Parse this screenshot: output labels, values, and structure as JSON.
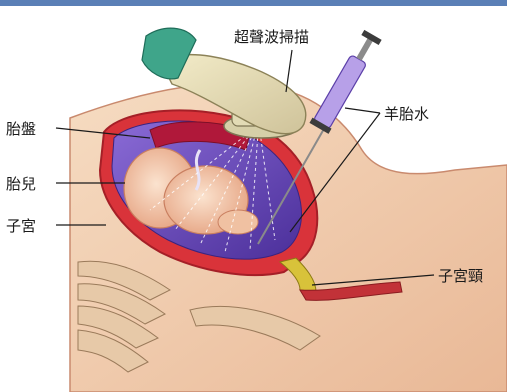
{
  "labels": {
    "ultrasound_scan": "超聲波掃描",
    "placenta": "胎盤",
    "fetus": "胎兒",
    "uterus": "子宮",
    "amniotic_fluid": "羊胎水",
    "cervix": "子宮頸"
  }
}
